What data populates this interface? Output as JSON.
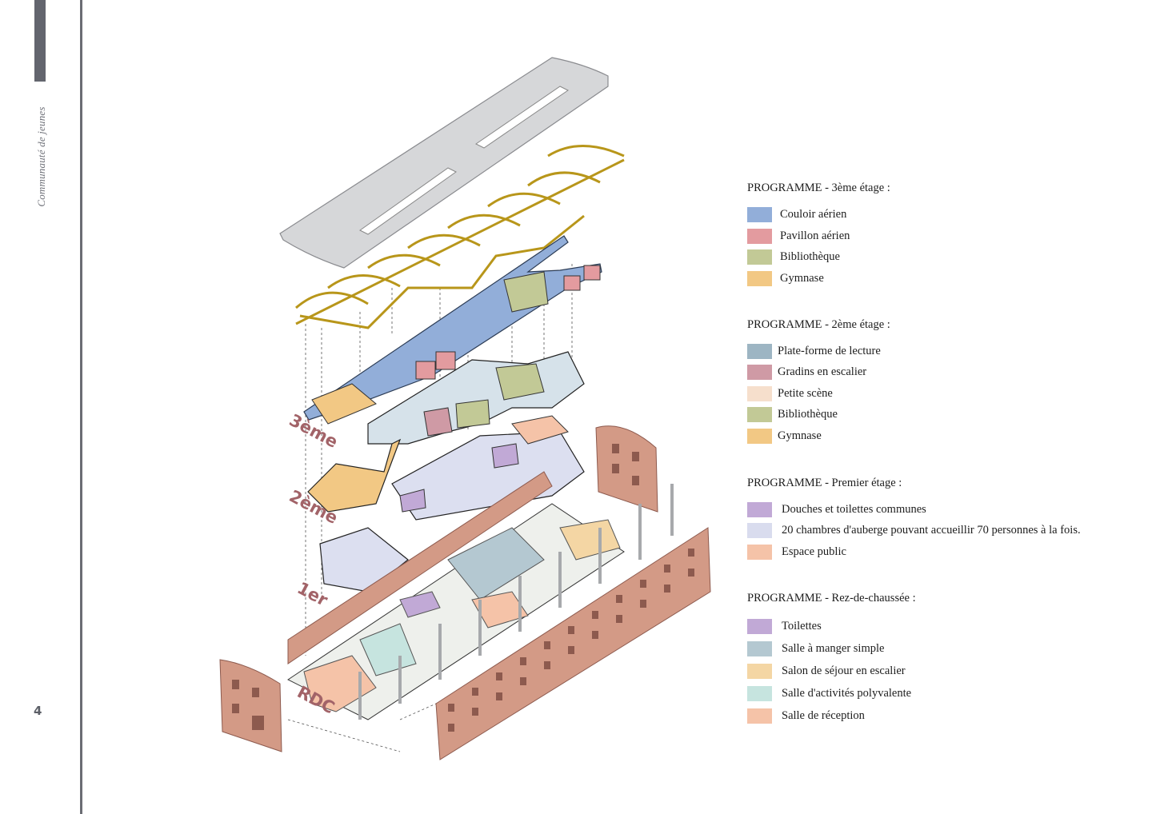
{
  "page": {
    "side_title": "Communauté de jeunes",
    "page_number": "4"
  },
  "diagram": {
    "floor_labels": [
      "3ème",
      "2ème",
      "1er",
      "RDC"
    ],
    "colors": {
      "roof": "#d6d7d9",
      "truss": "#d8b824",
      "brick": "#d39a86",
      "brick_dark": "#8d5a4e",
      "column": "#a7a9ac"
    }
  },
  "legend": [
    {
      "title": "PROGRAMME - 3ème étage :",
      "items": [
        {
          "label": "Couloir aérien",
          "color": "#92aed9"
        },
        {
          "label": "Pavillon aérien",
          "color": "#e39b9f"
        },
        {
          "label": "Bibliothèque",
          "color": "#c2c996"
        },
        {
          "label": "Gymnase",
          "color": "#f2c884"
        }
      ]
    },
    {
      "title": "PROGRAMME - 2ème étage :",
      "items": [
        {
          "label": "Plate-forme de lecture",
          "color": "#9db5c3"
        },
        {
          "label": "Gradins en escalier",
          "color": "#cf9aa5"
        },
        {
          "label": "Petite scène",
          "color": "#f6dfcc"
        },
        {
          "label": "Bibliothèque",
          "color": "#c2c996"
        },
        {
          "label": "Gymnase",
          "color": "#f2c884"
        }
      ]
    },
    {
      "title": "PROGRAMME - Premier étage :",
      "items": [
        {
          "label": "Douches et toilettes communes",
          "color": "#c1a9d6"
        },
        {
          "label": "20 chambres d'auberge pouvant accueillir 70 personnes à la fois.",
          "color": "#d9dcee"
        },
        {
          "label": "Espace public",
          "color": "#f5c3a8"
        }
      ]
    },
    {
      "title": "PROGRAMME - Rez-de-chaussée :",
      "items": [
        {
          "label": "Toilettes",
          "color": "#c1a9d6"
        },
        {
          "label": "Salle à manger simple",
          "color": "#b4c8d1"
        },
        {
          "label": "Salon de séjour en escalier",
          "color": "#f4d6a4"
        },
        {
          "label": "Salle d'activités polyvalente",
          "color": "#c6e4df"
        },
        {
          "label": "Salle de réception",
          "color": "#f5c3a8"
        }
      ]
    }
  ]
}
